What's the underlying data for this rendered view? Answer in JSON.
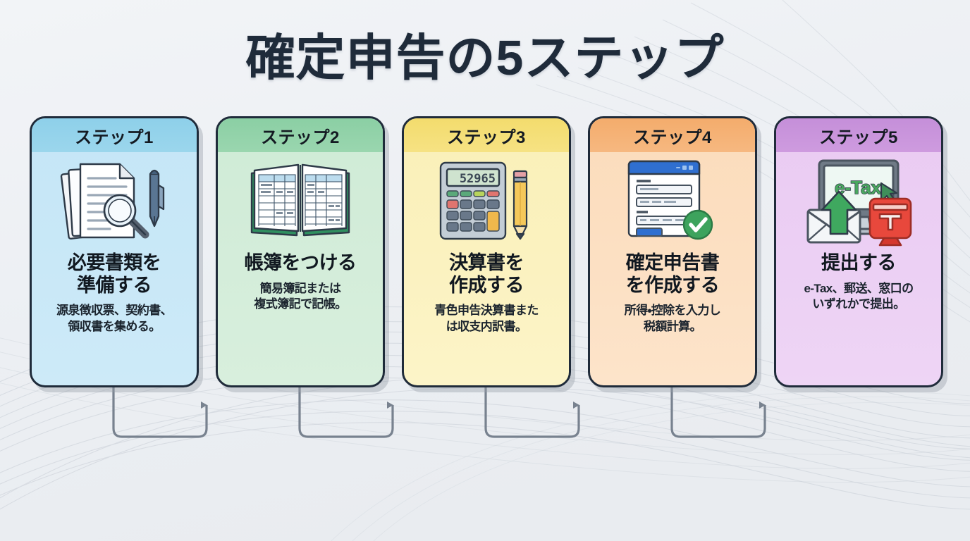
{
  "page": {
    "title": "確定申告の5ステップ",
    "background_color": "#eef1f4",
    "outline_color": "#1f2b3a",
    "connector_color": "#78828f"
  },
  "steps": [
    {
      "header": "ステップ1",
      "title": "必要書類を\n準備する",
      "desc": "源泉徴収票、契約書、\n領収書を集める。",
      "icon": "documents-magnifier-pen-icon",
      "header_color": "#8ED0EA",
      "body_color": "#C5E6F7"
    },
    {
      "header": "ステップ2",
      "title": "帳簿をつける",
      "desc": "簡易簿記または\n複式簿記で記帳。",
      "icon": "open-ledger-book-icon",
      "header_color": "#8BCFA4",
      "body_color": "#CFEBD6"
    },
    {
      "header": "ステップ3",
      "title": "決算書を\n作成する",
      "desc": "青色申告決算書また\nは収支内訳書。",
      "icon": "calculator-pencil-icon",
      "header_color": "#F3DC6D",
      "body_color": "#FAF0B8",
      "calculator_display": "52965"
    },
    {
      "header": "ステップ4",
      "title": "確定申告書\nを作成する",
      "desc": "所得・控除を入力し\n税額計算。",
      "icon": "form-window-checkmark-icon",
      "header_color": "#F4AC6C",
      "body_color": "#FBDCBB"
    },
    {
      "header": "ステップ5",
      "title": "提出する",
      "desc": "e-Tax、郵送、窓口の\nいずれかで提出。",
      "icon": "etax-monitor-envelope-mailbox-icon",
      "header_color": "#C58FD9",
      "body_color": "#EACBF2",
      "screen_label": "e-Tax"
    }
  ],
  "connectors": [
    {
      "from": "ステップ1",
      "to": "ステップ2",
      "arrow": "down-arrow"
    },
    {
      "from": "ステップ2",
      "to": "ステップ3",
      "arrow": "down-arrow"
    },
    {
      "from": "ステップ3",
      "to": "ステップ4",
      "arrow": "down-arrow"
    },
    {
      "from": "ステップ4",
      "to": "ステップ5",
      "arrow": "down-arrow"
    }
  ]
}
